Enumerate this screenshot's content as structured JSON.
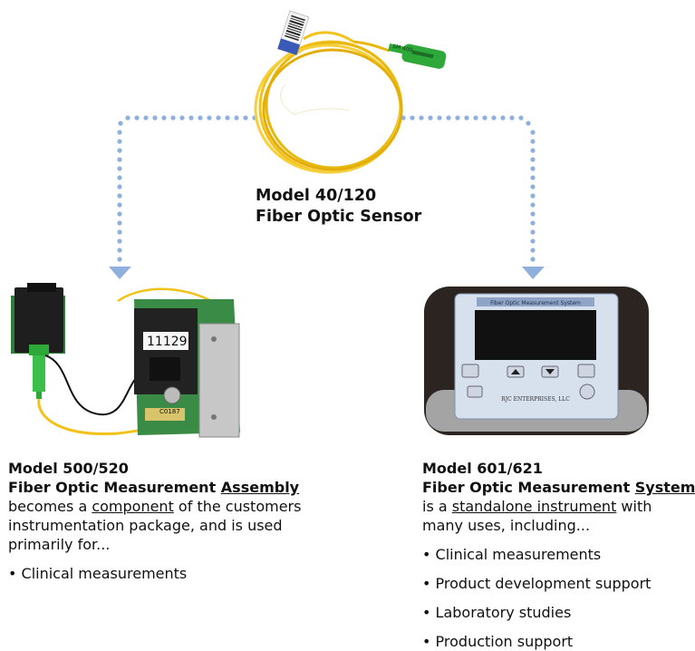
{
  "sensor": {
    "model": "Model 40/120",
    "name": "Fiber Optic Sensor",
    "label_text": "SM 400"
  },
  "assembly": {
    "model": "Model 500/520",
    "name_prefix": "Fiber Optic Measurement ",
    "name_underlined": "Assembly",
    "line1_prefix": "becomes a ",
    "line1_underlined": "component",
    "line1_suffix": " of the customers",
    "line2": "instrumentation package, and is used",
    "line3": "primarily for...",
    "bullets": [
      "• Clinical measurements"
    ],
    "board_label": "11129",
    "chip_label": "C0187"
  },
  "system": {
    "model": "Model 601/621",
    "name_prefix": "Fiber Optic Measurement ",
    "name_underlined": "System",
    "line1_prefix": "is a ",
    "line1_underlined": "standalone instrument",
    "line1_suffix": " with",
    "line2": "many uses, including...",
    "bullets": [
      "• Clinical measurements",
      "• Product development support",
      "• Laboratory studies",
      "• Production support"
    ],
    "device_header": "Fiber Optic Measurement System",
    "brand": "RJC ENTERPRISES, LLC"
  },
  "colors": {
    "arrow": "#8fb0dc",
    "fiber": "#f2c21b",
    "connector": "#2fa83a",
    "board": "#2e7d3a"
  }
}
